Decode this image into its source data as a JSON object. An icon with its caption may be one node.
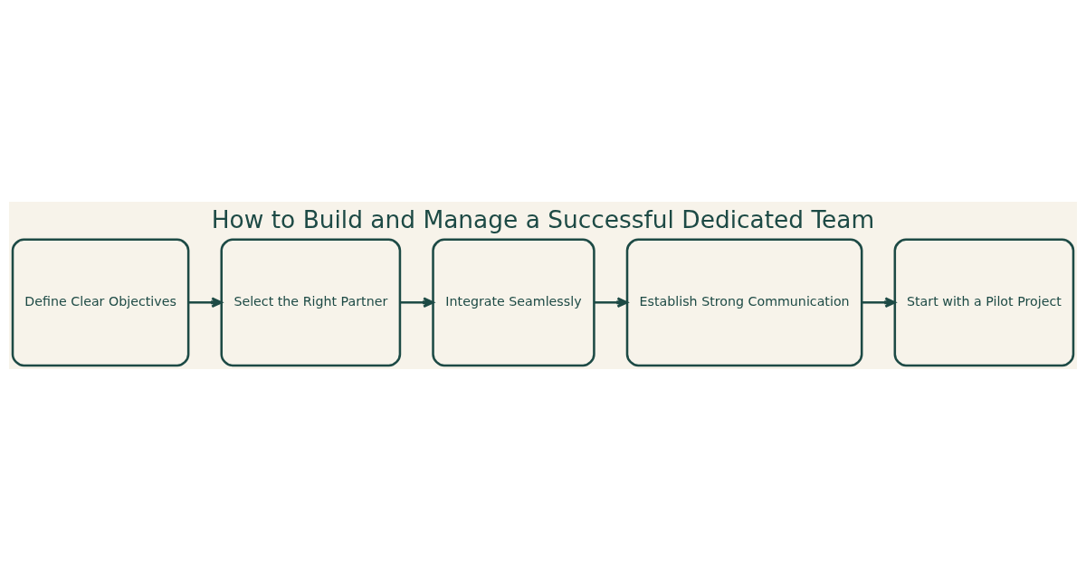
{
  "diagram": {
    "title": "How to Build and Manage a Successful Dedicated Team",
    "nodes": [
      {
        "text": [
          "Define Clear Objectives"
        ]
      },
      {
        "text": [
          "Select the Right Partner"
        ]
      },
      {
        "text": [
          "Integrate Seamlessly"
        ]
      },
      {
        "text": [
          "Establish Strong Communication"
        ]
      },
      {
        "text": [
          "Start with a Pilot Project"
        ]
      }
    ],
    "edges": [
      {
        "from": 0,
        "to": 1,
        "arrow": "to"
      },
      {
        "from": 1,
        "to": 2,
        "arrow": "to"
      },
      {
        "from": 2,
        "to": 3,
        "arrow": "to"
      },
      {
        "from": 3,
        "to": 4,
        "arrow": "to"
      }
    ]
  }
}
